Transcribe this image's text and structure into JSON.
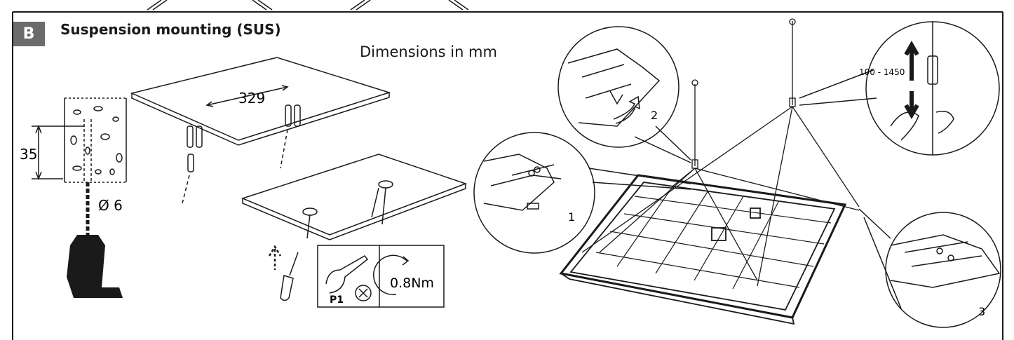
{
  "section": {
    "badge": "B",
    "title": "Suspension mounting (SUS)"
  },
  "note": "Dimensions in mm",
  "drill": {
    "depth": "35",
    "diameter": "Ø 6"
  },
  "anchors": {
    "spacing": "329"
  },
  "tool": {
    "bit": "P1",
    "torque": "0.8Nm"
  },
  "suspension": {
    "length_range": "100 - 1450"
  },
  "steps": {
    "s1": "1",
    "s2": "2",
    "s3": "3"
  },
  "colors": {
    "badge_bg": "#6b6b6b",
    "line": "#1a1a1a"
  }
}
